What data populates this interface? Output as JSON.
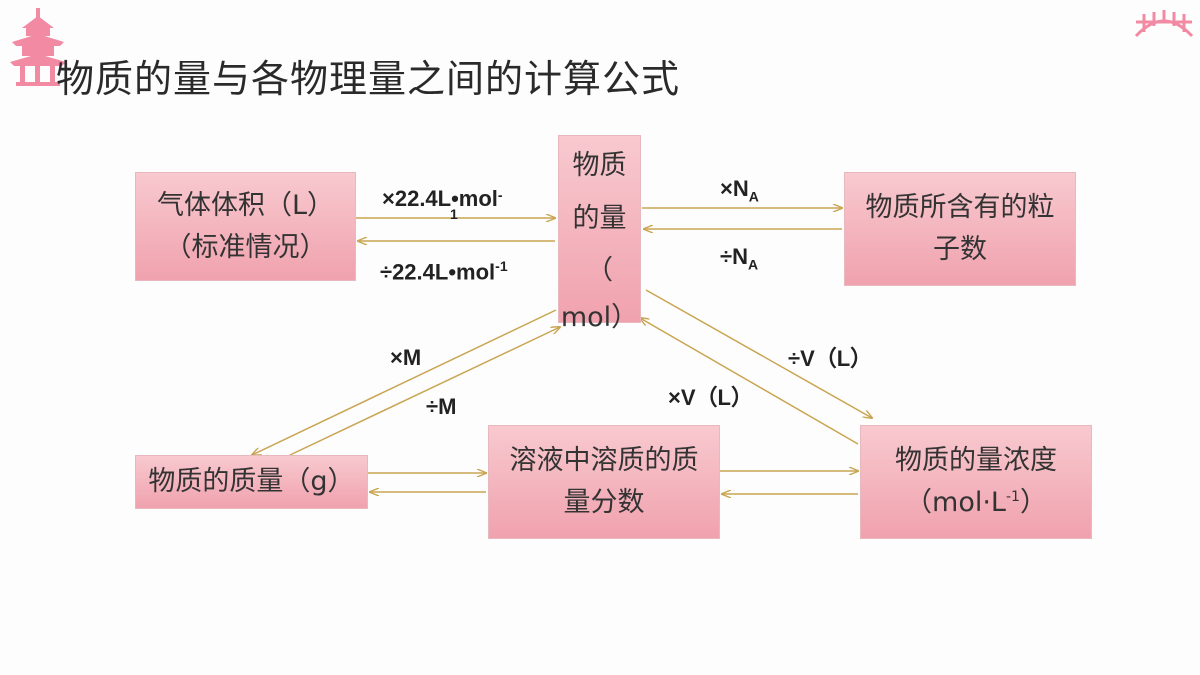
{
  "title": "物质的量与各物理量之间的计算公式",
  "nodes": {
    "gas_volume": {
      "line1": "气体体积（L）",
      "line2": "（标准情况）"
    },
    "amount": {
      "line1": "物质",
      "line2": "的量",
      "line3": "（",
      "line4": "mol）"
    },
    "particles": {
      "line1": "物质所含有的粒",
      "line2": "子数"
    },
    "mass": {
      "line1": "物质的质量（g）"
    },
    "mass_fraction": {
      "line1": "溶液中溶质的质",
      "line2": "量分数"
    },
    "concentration": {
      "line1": "物质的量浓度",
      "line2_main": "（mol·L",
      "line2_sup": "-1",
      "line2_end": "）"
    }
  },
  "labels": {
    "times_vm": {
      "main": "×22.4L•mol",
      "sup": "-",
      "sub": "1"
    },
    "div_vm": {
      "main": "÷22.4L•mol",
      "sup": "-1"
    },
    "times_na": {
      "main": "×N",
      "sub": "A"
    },
    "div_na": {
      "main": "÷N",
      "sub": "A"
    },
    "times_m": "×M",
    "div_m": "÷M",
    "div_v": "÷V（L）",
    "times_v": "×V（L）"
  },
  "colors": {
    "box_top": "#f8c9cf",
    "box_bottom": "#f0a2ae",
    "arrow": "#c8a552",
    "decor": "#f28aa3"
  },
  "icons": [
    "pagoda-icon",
    "bridge-icon"
  ]
}
